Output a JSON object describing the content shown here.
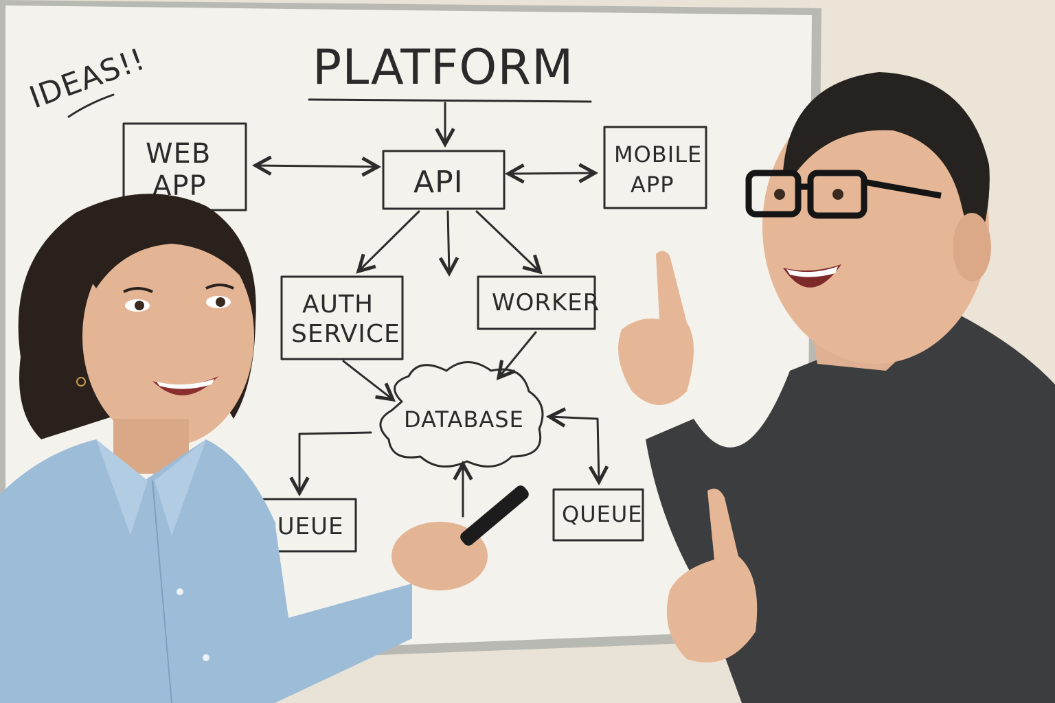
{
  "whiteboard": {
    "title": "PLATFORM",
    "corner_note": "IDEAS!!",
    "nodes": {
      "web_app": [
        "WEB",
        "APP"
      ],
      "api": "API",
      "mobile_app": [
        "MOBILE",
        "APP"
      ],
      "auth_service": [
        "AUTH",
        "SERVICE"
      ],
      "worker": "WORKER",
      "database": "DATABASE",
      "queue_left": "QUEUE",
      "queue_right": "QUEUE"
    }
  },
  "colors": {
    "wall": "#e9e2d6",
    "board": "#f4f2ec",
    "frame": "#b9b9b4",
    "ink": "#2c2c2c",
    "shirt_left": "#9cbcd8",
    "sweater_right": "#3b3d3f",
    "hair": "#2a211c",
    "skin": "#e3b595"
  },
  "people": {
    "left": "woman-in-blue-shirt-holding-marker",
    "right": "man-with-glasses-pointing-up"
  }
}
